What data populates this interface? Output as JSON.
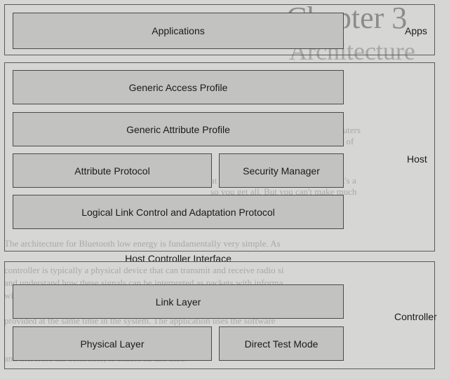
{
  "diagram": {
    "layers": {
      "apps": {
        "label": "Apps",
        "blocks": [
          "Applications"
        ]
      },
      "host": {
        "label": "Host",
        "blocks": [
          "Generic Access Profile",
          "Generic Attribute Profile",
          "Attribute Protocol",
          "Security Manager",
          "Logical Link Control and Adaptation Protocol"
        ]
      },
      "interface": {
        "label": "Host Controller Interface"
      },
      "controller": {
        "label": "Controller",
        "blocks": [
          "Link Layer",
          "Physical Layer",
          "Direct Test Mode"
        ]
      }
    }
  },
  "colors": {
    "background": "#d6d6d4",
    "block_fill": "#c2c2c0",
    "border": "#4a4a48"
  }
}
